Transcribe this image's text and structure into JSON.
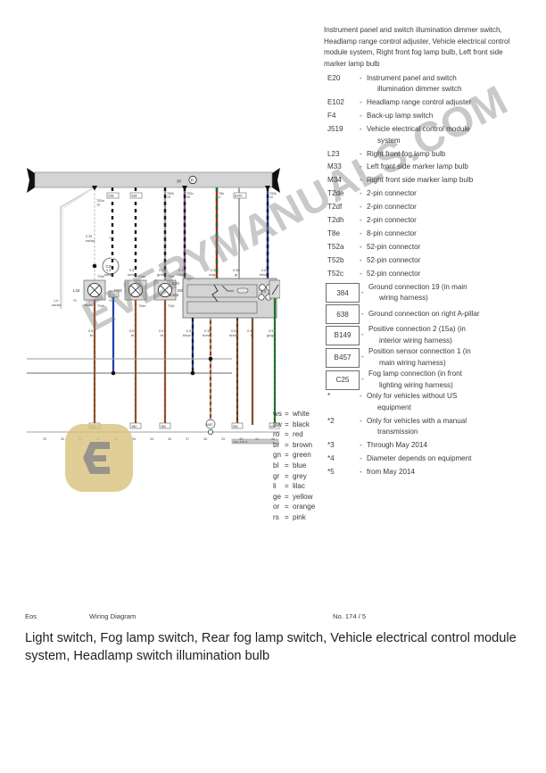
{
  "document": {
    "lead_paragraph": "Instrument panel and switch illumination dimmer switch, Headlamp range control adjuster, Vehicle electrical control module system, Right front fog lamp bulb, Left front side marker lamp bulb"
  },
  "legend": {
    "items": [
      {
        "code": "E20",
        "boxed": false,
        "desc": "Instrument panel and switch",
        "desc2": "illumination dimmer switch"
      },
      {
        "code": "E102",
        "boxed": false,
        "desc": "Headlamp range control adjuster",
        "desc2": ""
      },
      {
        "code": "F4",
        "boxed": false,
        "desc": "Back-up lamp switch",
        "desc2": ""
      },
      {
        "code": "J519",
        "boxed": false,
        "desc": "Vehicle electrical control module",
        "desc2": "system"
      },
      {
        "code": "L23",
        "boxed": false,
        "desc": "Right front fog lamp bulb",
        "desc2": ""
      },
      {
        "code": "M33",
        "boxed": false,
        "desc": "Left front side marker lamp bulb",
        "desc2": ""
      },
      {
        "code": "M34",
        "boxed": false,
        "desc": "Right front side marker lamp bulb",
        "desc2": ""
      },
      {
        "code": "T2de",
        "boxed": false,
        "desc": "2-pin connector",
        "desc2": ""
      },
      {
        "code": "T2df",
        "boxed": false,
        "desc": "2-pin connector",
        "desc2": ""
      },
      {
        "code": "T2dh",
        "boxed": false,
        "desc": "2-pin connector",
        "desc2": ""
      },
      {
        "code": "T8e",
        "boxed": false,
        "desc": "8-pin connector",
        "desc2": ""
      },
      {
        "code": "T52a",
        "boxed": false,
        "desc": "52-pin connector",
        "desc2": ""
      },
      {
        "code": "T52b",
        "boxed": false,
        "desc": "52-pin connector",
        "desc2": ""
      },
      {
        "code": "T52c",
        "boxed": false,
        "desc": "52-pin connector",
        "desc2": ""
      },
      {
        "code": "384",
        "boxed": true,
        "desc": "Ground connection 19 (in main",
        "desc2": "wiring harness)"
      },
      {
        "code": "638",
        "boxed": true,
        "desc": "Ground connection on right A-pillar",
        "desc2": ""
      },
      {
        "code": "B149",
        "boxed": true,
        "desc": "Positive connection 2 (15a) (in",
        "desc2": "interior wiring harness)"
      },
      {
        "code": "B457",
        "boxed": true,
        "desc": "Position sensor connection 1 (in",
        "desc2": "main wiring harness)"
      },
      {
        "code": "C25",
        "boxed": true,
        "desc": "Fog lamp connection (in front",
        "desc2": "lighting wiring harness)"
      },
      {
        "code": "*",
        "boxed": false,
        "desc": "Only for vehicles without US",
        "desc2": "equipment"
      },
      {
        "code": "*2",
        "boxed": false,
        "desc": "Only for vehicles with a manual",
        "desc2": "transmission"
      },
      {
        "code": "*3",
        "boxed": false,
        "desc": "Through May 2014",
        "desc2": ""
      },
      {
        "code": "*4",
        "boxed": false,
        "desc": "Diameter depends on equipment",
        "desc2": ""
      },
      {
        "code": "*5",
        "boxed": false,
        "desc": "from May 2014",
        "desc2": ""
      }
    ]
  },
  "color_key": {
    "items": [
      {
        "abbr": "ws",
        "eq": "=",
        "name": "white"
      },
      {
        "abbr": "sw",
        "eq": "=",
        "name": "black"
      },
      {
        "abbr": "ro",
        "eq": "=",
        "name": "red"
      },
      {
        "abbr": "br",
        "eq": "=",
        "name": "brown"
      },
      {
        "abbr": "gn",
        "eq": "=",
        "name": "green"
      },
      {
        "abbr": "bl",
        "eq": "=",
        "name": "blue"
      },
      {
        "abbr": "gr",
        "eq": "=",
        "name": "grey"
      },
      {
        "abbr": "li",
        "eq": "=",
        "name": "lilac"
      },
      {
        "abbr": "ge",
        "eq": "=",
        "name": "yellow"
      },
      {
        "abbr": "or",
        "eq": "=",
        "name": "orange"
      },
      {
        "abbr": "rs",
        "eq": "=",
        "name": "pink"
      }
    ]
  },
  "footer": {
    "model": "Eos",
    "kind": "Wiring Diagram",
    "number": "No.  174 / 5",
    "title": "Light switch, Fog lamp switch, Rear fog lamp switch, Vehicle electrical control module system, Headlamp switch illumination bulb"
  },
  "diagram": {
    "bus_label": "30",
    "scale_numbers": [
      "29",
      "30",
      "31",
      "32",
      "33",
      "34",
      "35",
      "36",
      "37",
      "38",
      "39",
      "40",
      "41",
      "42"
    ],
    "component_labels": [
      "L23",
      "M33",
      "M34",
      "E20",
      "E102",
      "F4"
    ],
    "connector_labels": [
      "T2dh",
      "T2de",
      "T2df",
      "T8e",
      "T52a",
      "T52b",
      "T52c"
    ],
    "ground_codes": [
      "384",
      "638"
    ],
    "splice_codes": [
      "C25",
      "B149",
      "B457"
    ]
  },
  "watermark": {
    "text": "EVERYMANUALS.COM",
    "logo_letter": "E"
  }
}
